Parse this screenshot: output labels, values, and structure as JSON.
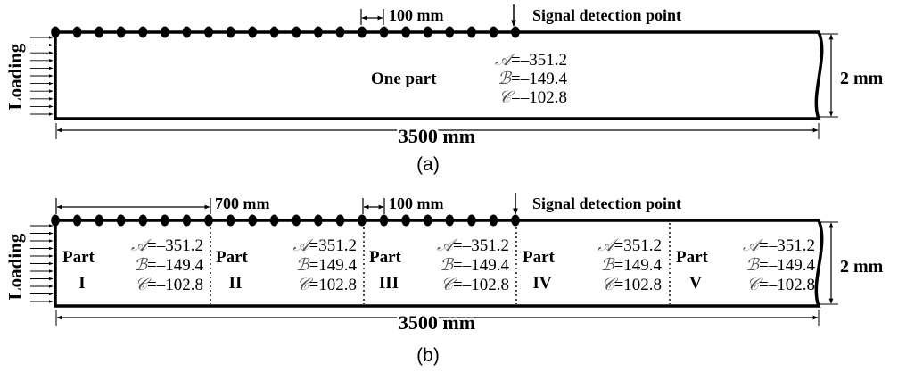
{
  "panel_a": {
    "caption": "(a)",
    "loading_label": "Loading",
    "spacing_label": "100 mm",
    "signal_label": "Signal detection point",
    "part_label": "One part",
    "params": [
      {
        "symbol": "𝒜",
        "value": "=–351.2"
      },
      {
        "symbol": "ℬ",
        "value": "=–149.4"
      },
      {
        "symbol": "𝒞",
        "value": "=–102.8"
      }
    ],
    "height_label": "2 mm",
    "length_label": "3500 mm"
  },
  "panel_b": {
    "caption": "(b)",
    "loading_label": "Loading",
    "part_span_label": "700 mm",
    "spacing_label": "100 mm",
    "signal_label": "Signal detection point",
    "height_label": "2 mm",
    "length_label": "3500 mm",
    "parts": [
      {
        "word": "Part",
        "numeral": "I",
        "params": [
          {
            "symbol": "𝒜",
            "value": "=–351.2"
          },
          {
            "symbol": "ℬ",
            "value": "=–149.4"
          },
          {
            "symbol": "𝒞",
            "value": "=–102.8"
          }
        ]
      },
      {
        "word": "Part",
        "numeral": "II",
        "params": [
          {
            "symbol": "𝒜",
            "value": "=351.2"
          },
          {
            "symbol": "ℬ",
            "value": "=149.4"
          },
          {
            "symbol": "𝒞",
            "value": "=102.8"
          }
        ]
      },
      {
        "word": "Part",
        "numeral": "III",
        "params": [
          {
            "symbol": "𝒜",
            "value": "=–351.2"
          },
          {
            "symbol": "ℬ",
            "value": "=–149.4"
          },
          {
            "symbol": "𝒞",
            "value": "=–102.8"
          }
        ]
      },
      {
        "word": "Part",
        "numeral": "IV",
        "params": [
          {
            "symbol": "𝒜",
            "value": "=351.2"
          },
          {
            "symbol": "ℬ",
            "value": "=149.4"
          },
          {
            "symbol": "𝒞",
            "value": "=102.8"
          }
        ]
      },
      {
        "word": "Part",
        "numeral": "V",
        "params": [
          {
            "symbol": "𝒜",
            "value": "=–351.2"
          },
          {
            "symbol": "ℬ",
            "value": "=–149.4"
          },
          {
            "symbol": "𝒞",
            "value": "=–102.8"
          }
        ]
      }
    ]
  },
  "colors": {
    "ink": "#000000",
    "symbol": "#555555"
  }
}
